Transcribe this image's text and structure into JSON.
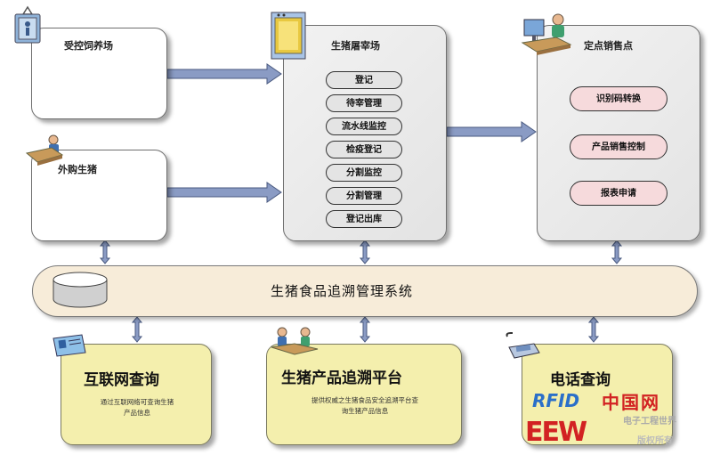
{
  "sources": {
    "farm": "受控饲养场",
    "outsourced": "外购生猪"
  },
  "slaughter": {
    "title": "生猪屠宰场",
    "steps": [
      "登记",
      "待宰管理",
      "流水线监控",
      "检疫登记",
      "分割监控",
      "分割管理",
      "登记出库"
    ]
  },
  "sales": {
    "title": "定点销售点",
    "steps": [
      "识别码转换",
      "产品销售控制",
      "报表申请"
    ]
  },
  "system": {
    "title": "生猪食品追溯管理系统"
  },
  "queries": {
    "internet": {
      "title": "互联网查询",
      "desc_line1": "通过互联网络可查询生猪",
      "desc_line2": "产品信息"
    },
    "platform": {
      "title": "生猪产品追溯平台",
      "desc_line1": "提供权威之生猪食品安全追溯平台查",
      "desc_line2": "询生猪产品信息"
    },
    "phone": {
      "title": "电话查询"
    }
  },
  "watermark": {
    "rfid": "RFID",
    "china": "中国网",
    "eeworld": "EEW",
    "site1": "电子工程世界",
    "site2": "版权所有"
  },
  "colors": {
    "arrow_fill": "#8a9bc4",
    "arrow_stroke": "#4a5a80",
    "bar_fill": "#f7ecd9",
    "yellow_box": "#f4efad",
    "pink_pill": "#f6dadc",
    "watermark_red": "#d22222",
    "watermark_blue": "#2a6fc9"
  },
  "icons": [
    "id-badge-icon",
    "worker-desk-icon",
    "monitor-icon",
    "computer-worker-icon",
    "database-icon",
    "id-card-icon",
    "meeting-icon",
    "telephone-icon"
  ]
}
